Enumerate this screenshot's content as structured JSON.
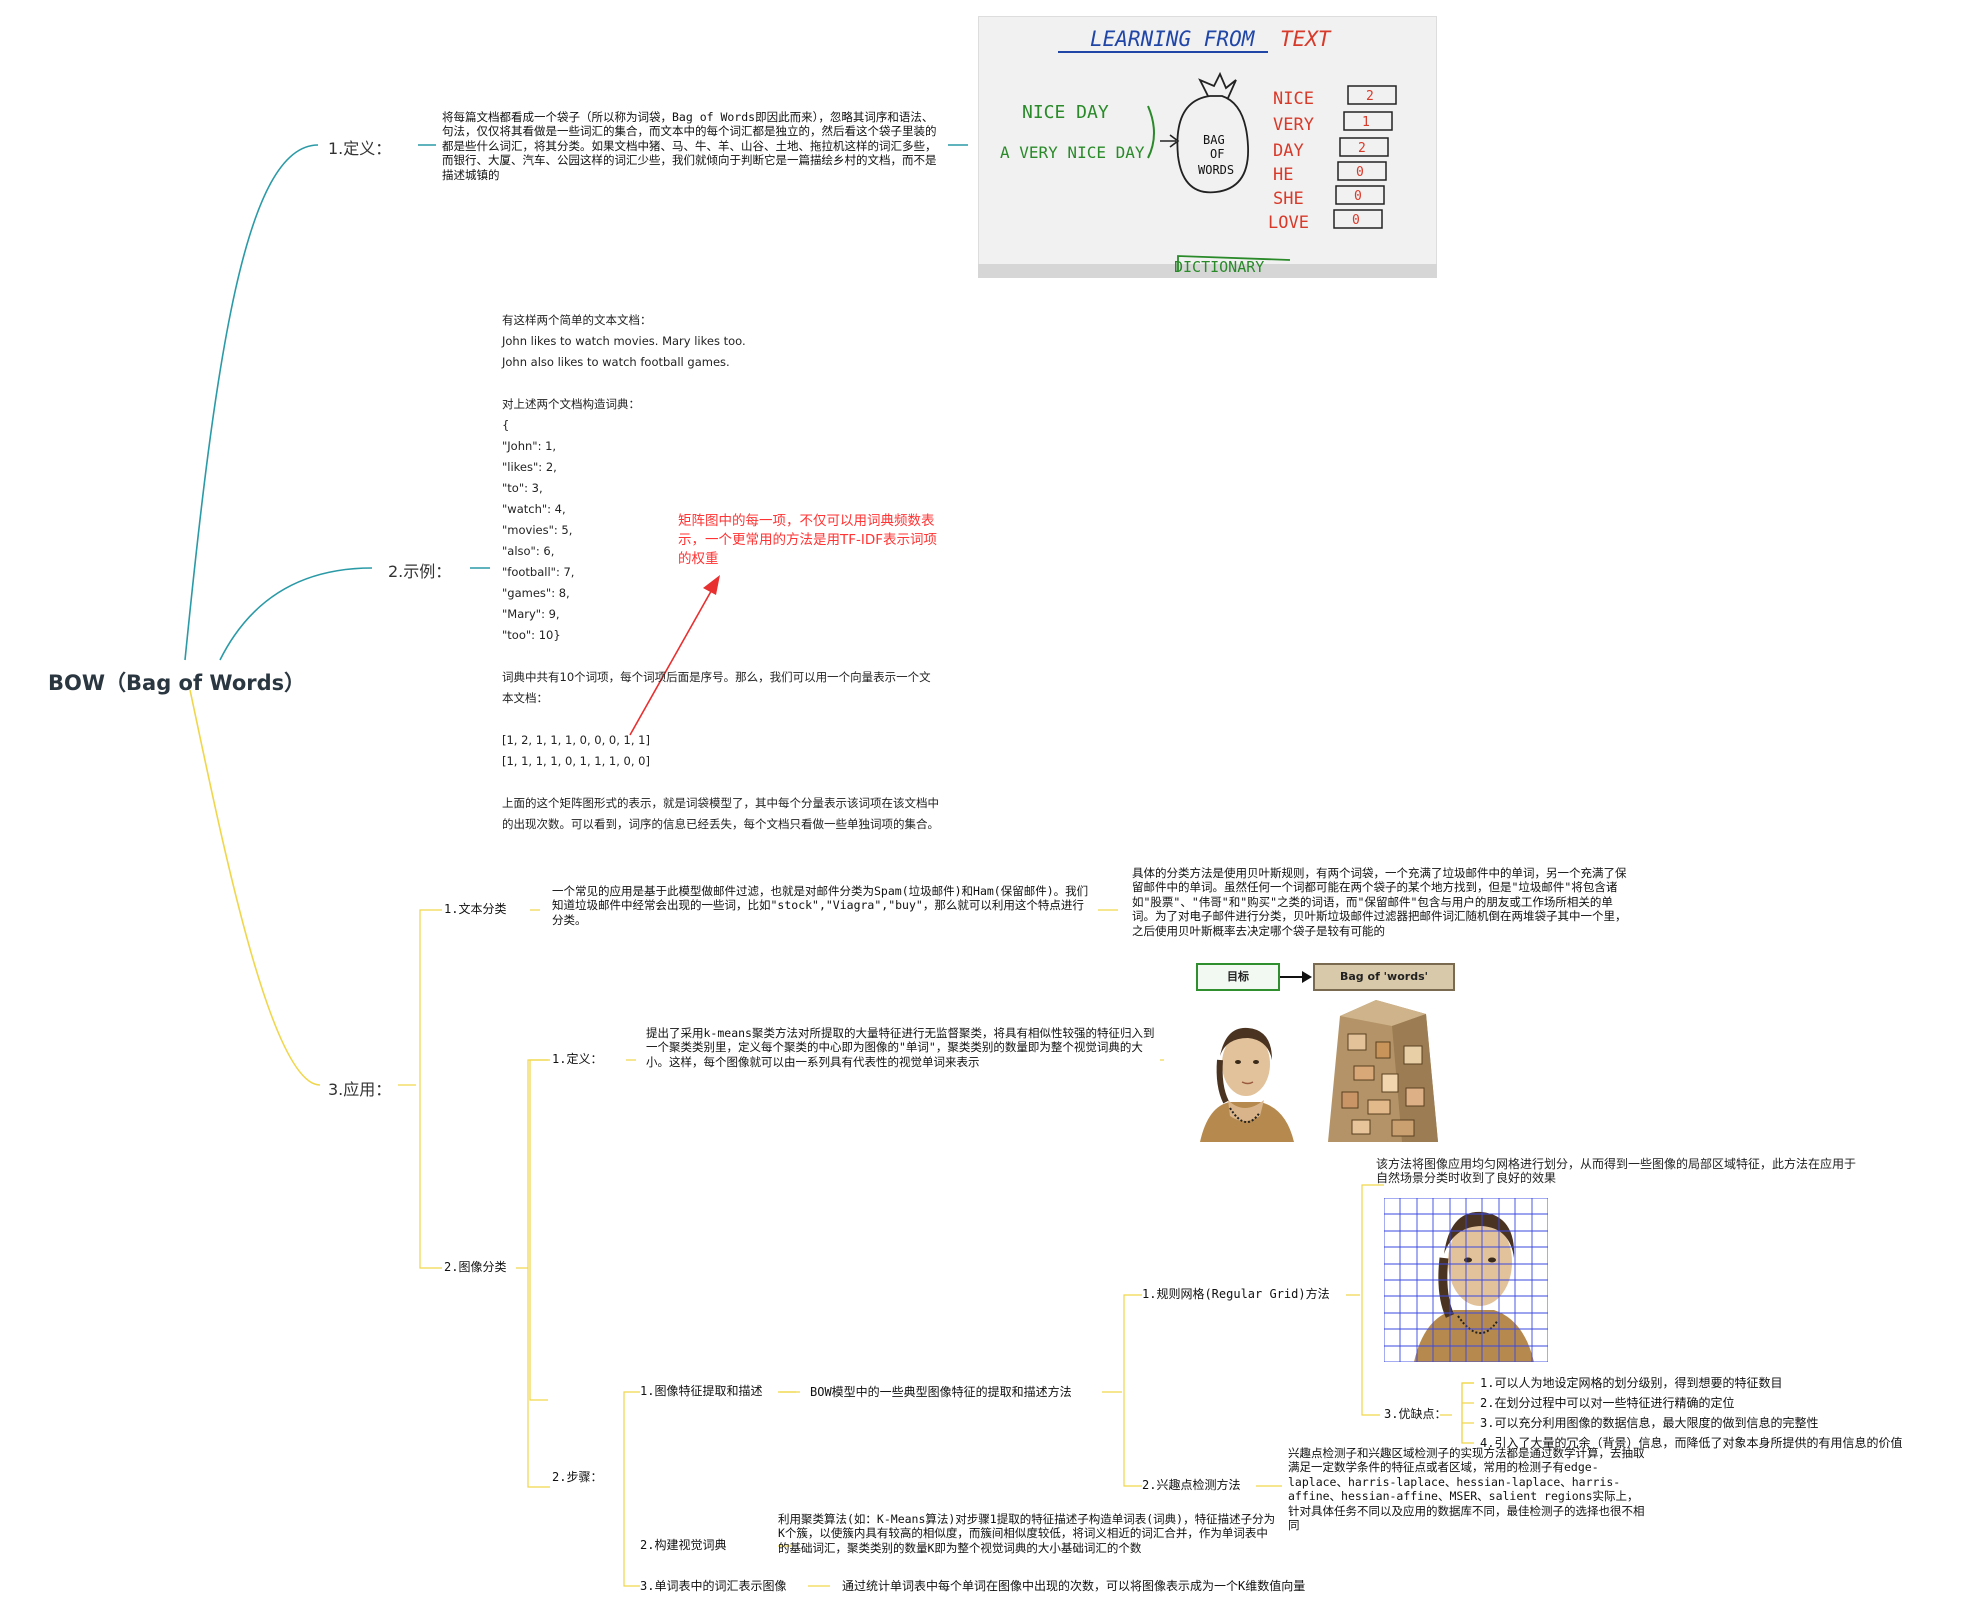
{
  "root": "BOW（Bag of Words）",
  "def": {
    "label": "1.定义：",
    "text": "将每篇文档都看成一个袋子（所以称为词袋，Bag of Words即因此而来），忽略其词序和语法、句法，仅仅将其看做是一些词汇的集合，而文本中的每个词汇都是独立的，然后看这个袋子里装的都是些什么词汇，将其分类。如果文档中猪、马、牛、羊、山谷、土地、拖拉机这样的词汇多些，而银行、大厦、汽车、公园这样的词汇少些，我们就倾向于判断它是一篇描绘乡村的文档，而不是描述城镇的"
  },
  "whiteboard": {
    "title_left": "LEARNING FROM",
    "title_right": "TEXT",
    "phrase1": "NICE DAY",
    "phrase2": "A VERY NICE DAY",
    "bag": [
      "BAG",
      "OF",
      "WORDS"
    ],
    "words": [
      "NICE",
      "VERY",
      "DAY",
      "HE",
      "SHE",
      "LOVE"
    ],
    "counts": [
      "2",
      "1",
      "2",
      "0",
      "0",
      "0"
    ],
    "caption": "DICTIONARY"
  },
  "example": {
    "label": "2.示例：",
    "lines": [
      "有这样两个简单的文本文档：",
      "John likes to watch movies. Mary likes too.",
      "John also likes to watch football games.",
      "",
      "对上述两个文档构造词典：",
      "{",
      "    \"John\": 1,",
      "    \"likes\": 2,",
      "    \"to\": 3,",
      "    \"watch\": 4,",
      "    \"movies\": 5,",
      "    \"also\": 6,",
      "    \"football\": 7,",
      "    \"games\": 8,",
      "    \"Mary\": 9,",
      "    \"too\": 10}",
      "",
      "词典中共有10个词项，每个词项后面是序号。那么，我们可以用一个向量表示一个文",
      "本文档：",
      "",
      "[1, 2, 1, 1, 1, 0, 0, 0, 1, 1]",
      "[1, 1, 1, 1, 0, 1, 1, 1, 0, 0]",
      "",
      "上面的这个矩阵图形式的表示，就是词袋模型了，其中每个分量表示该词项在该文档中",
      "的出现次数。可以看到，词序的信息已经丢失，每个文档只看做一些单独词项的集合。"
    ],
    "note": "矩阵图中的每一项，不仅可以用词典频数表示，一个更常用的方法是用TF-IDF表示词项的权重"
  },
  "app": {
    "label": "3.应用：",
    "text_cls": {
      "label": "1.文本分类",
      "desc": "一个常见的应用是基于此模型做邮件过滤，也就是对邮件分类为Spam(垃圾邮件)和Ham(保留邮件)。我们知道垃圾邮件中经常会出现的一些词，比如\"stock\",\"Viagra\",\"buy\"，那么就可以利用这个特点进行分类。",
      "detail": "具体的分类方法是使用贝叶斯规则，有两个词袋，一个充满了垃圾邮件中的单词，另一个充满了保留邮件中的单词。虽然任何一个词都可能在两个袋子的某个地方找到，但是\"垃圾邮件\"将包含诸如\"股票\"、\"伟哥\"和\"购买\"之类的词语，而\"保留邮件\"包含与用户的朋友或工作场所相关的单词。为了对电子邮件进行分类，贝叶斯垃圾邮件过滤器把邮件词汇随机倒在两堆袋子其中一个里，之后使用贝叶斯概率去决定哪个袋子是较有可能的"
    },
    "img_cls": {
      "label": "2.图像分类",
      "def_label": "1.定义：",
      "def_text": "提出了采用k-means聚类方法对所提取的大量特征进行无监督聚类，将具有相似性较强的特征归入到一个聚类类别里，定义每个聚类的中心即为图像的\"单词\"，聚类类别的数量即为整个视觉词典的大小。这样，每个图像就可以由一系列具有代表性的视觉单词来表示",
      "box_left": "目标",
      "box_right": "Bag of 'words'",
      "steps_label": "2.步骤：",
      "step1": {
        "label": "1.图像特征提取和描述",
        "desc": "BOW模型中的一些典型图像特征的提取和描述方法",
        "grid_label": "1.规则网格(Regular Grid)方法",
        "grid_desc": "该方法将图像应用均匀网格进行划分，从而得到一些图像的局部区域特征，此方法在应用于自然场景分类时收到了良好的效果",
        "pros_label": "3.优缺点：",
        "pros": [
          "1.可以人为地设定网格的划分级别，得到想要的特征数目",
          "2.在划分过程中可以对一些特征进行精确的定位",
          "3.可以充分利用图像的数据信息，最大限度的做到信息的完整性",
          "4.引入了大量的冗余（背景）信息，而降低了对象本身所提供的有用信息的价值"
        ],
        "interest_label": "2.兴趣点检测方法",
        "interest_desc": "兴趣点检测子和兴趣区域检测子的实现方法都是通过数学计算，去抽取满足一定数学条件的特征点或者区域，常用的检测子有edge-laplace、harris-laplace、hessian-laplace、harris-affine、hessian-affine、MSER、salient regions实际上，针对具体任务不同以及应用的数据库不同，最佳检测子的选择也很不相同"
      },
      "step2": {
        "label": "2.构建视觉词典",
        "desc": "利用聚类算法(如：K-Means算法)对步骤1提取的特征描述子构造单词表(词典)，特征描述子分为K个簇，以使簇内具有较高的相似度，而簇间相似度较低，将词义相近的词汇合并，作为单词表中的基础词汇，聚类类别的数量K即为整个视觉词典的大小基础词汇的个数"
      },
      "step3": {
        "label": "3.单词表中的词汇表示图像",
        "desc": "通过统计单词表中每个单词在图像中出现的次数，可以将图像表示成为一个K维数值向量"
      }
    }
  },
  "colors": {
    "branch1": "#2a9aa6",
    "branch3": "#f0d64a",
    "note": "#ff3333",
    "arrow": "#e83030"
  }
}
